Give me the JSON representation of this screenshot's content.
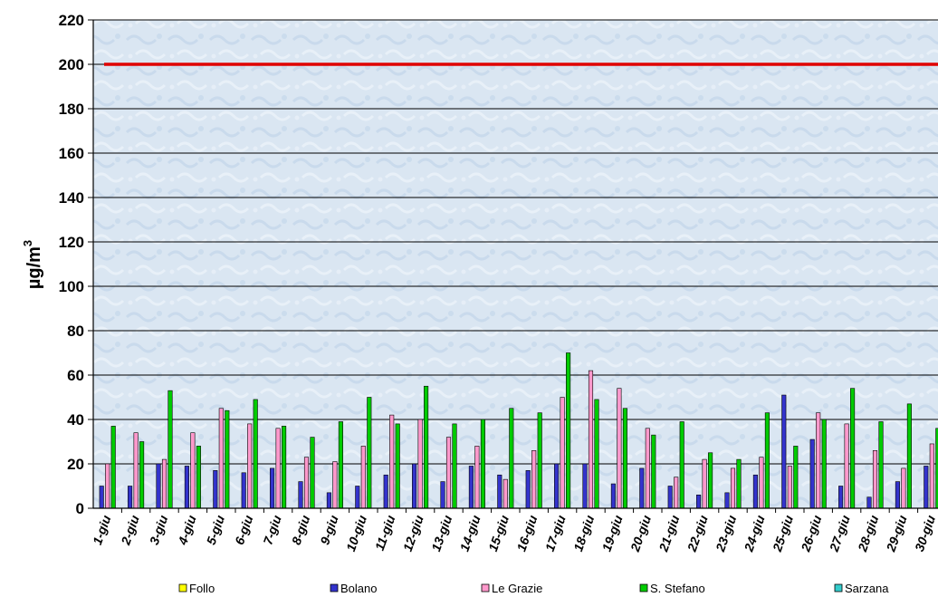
{
  "chart_data": {
    "type": "bar",
    "title": "",
    "xlabel": "",
    "ylabel": "µg/m",
    "ylabel_superscript": "3",
    "ylim": [
      0,
      220
    ],
    "yticks": [
      "0",
      "20",
      "40",
      "60",
      "80",
      "100",
      "120",
      "140",
      "160",
      "180",
      "200",
      "220"
    ],
    "grid": true,
    "legend_position": "bottom",
    "threshold_line": {
      "value": 200,
      "color": "#e00000"
    },
    "plot_background": "#dce8f3",
    "categories": [
      "1-giu",
      "2-giu",
      "3-giu",
      "4-giu",
      "5-giu",
      "6-giu",
      "7-giu",
      "8-giu",
      "9-giu",
      "10-giu",
      "11-giu",
      "12-giu",
      "13-giu",
      "14-giu",
      "15-giu",
      "16-giu",
      "17-giu",
      "18-giu",
      "19-giu",
      "20-giu",
      "21-giu",
      "22-giu",
      "23-giu",
      "24-giu",
      "25-giu",
      "26-giu",
      "27-giu",
      "28-giu",
      "29-giu",
      "30-giu"
    ],
    "series": [
      {
        "name": "Follo",
        "color": "#ffff00",
        "values": [
          null,
          null,
          null,
          null,
          null,
          null,
          null,
          null,
          null,
          null,
          null,
          null,
          null,
          null,
          null,
          null,
          null,
          null,
          null,
          null,
          null,
          null,
          null,
          null,
          null,
          null,
          null,
          null,
          null,
          null
        ]
      },
      {
        "name": "Bolano",
        "color": "#3333cc",
        "values": [
          10,
          10,
          20,
          19,
          17,
          16,
          18,
          12,
          7,
          10,
          15,
          20,
          12,
          19,
          15,
          17,
          20,
          20,
          11,
          18,
          10,
          6,
          7,
          15,
          51,
          31,
          10,
          5,
          12,
          19
        ]
      },
      {
        "name": "Le Grazie",
        "color": "#ff99cc",
        "values": [
          20,
          34,
          22,
          34,
          45,
          38,
          36,
          23,
          21,
          28,
          42,
          40,
          32,
          28,
          13,
          26,
          50,
          62,
          54,
          36,
          14,
          22,
          18,
          23,
          19,
          43,
          38,
          26,
          18,
          29
        ]
      },
      {
        "name": "S. Stefano",
        "color": "#00cc00",
        "values": [
          37,
          30,
          53,
          28,
          44,
          49,
          37,
          32,
          39,
          50,
          38,
          55,
          38,
          40,
          45,
          43,
          70,
          49,
          45,
          33,
          39,
          25,
          22,
          43,
          28,
          40,
          54,
          39,
          47,
          36
        ]
      },
      {
        "name": "Sarzana",
        "color": "#33cccc",
        "values": [
          null,
          null,
          null,
          null,
          null,
          null,
          null,
          null,
          null,
          null,
          null,
          null,
          null,
          null,
          null,
          null,
          null,
          null,
          null,
          null,
          null,
          null,
          null,
          null,
          null,
          null,
          null,
          null,
          null,
          null
        ]
      }
    ]
  }
}
